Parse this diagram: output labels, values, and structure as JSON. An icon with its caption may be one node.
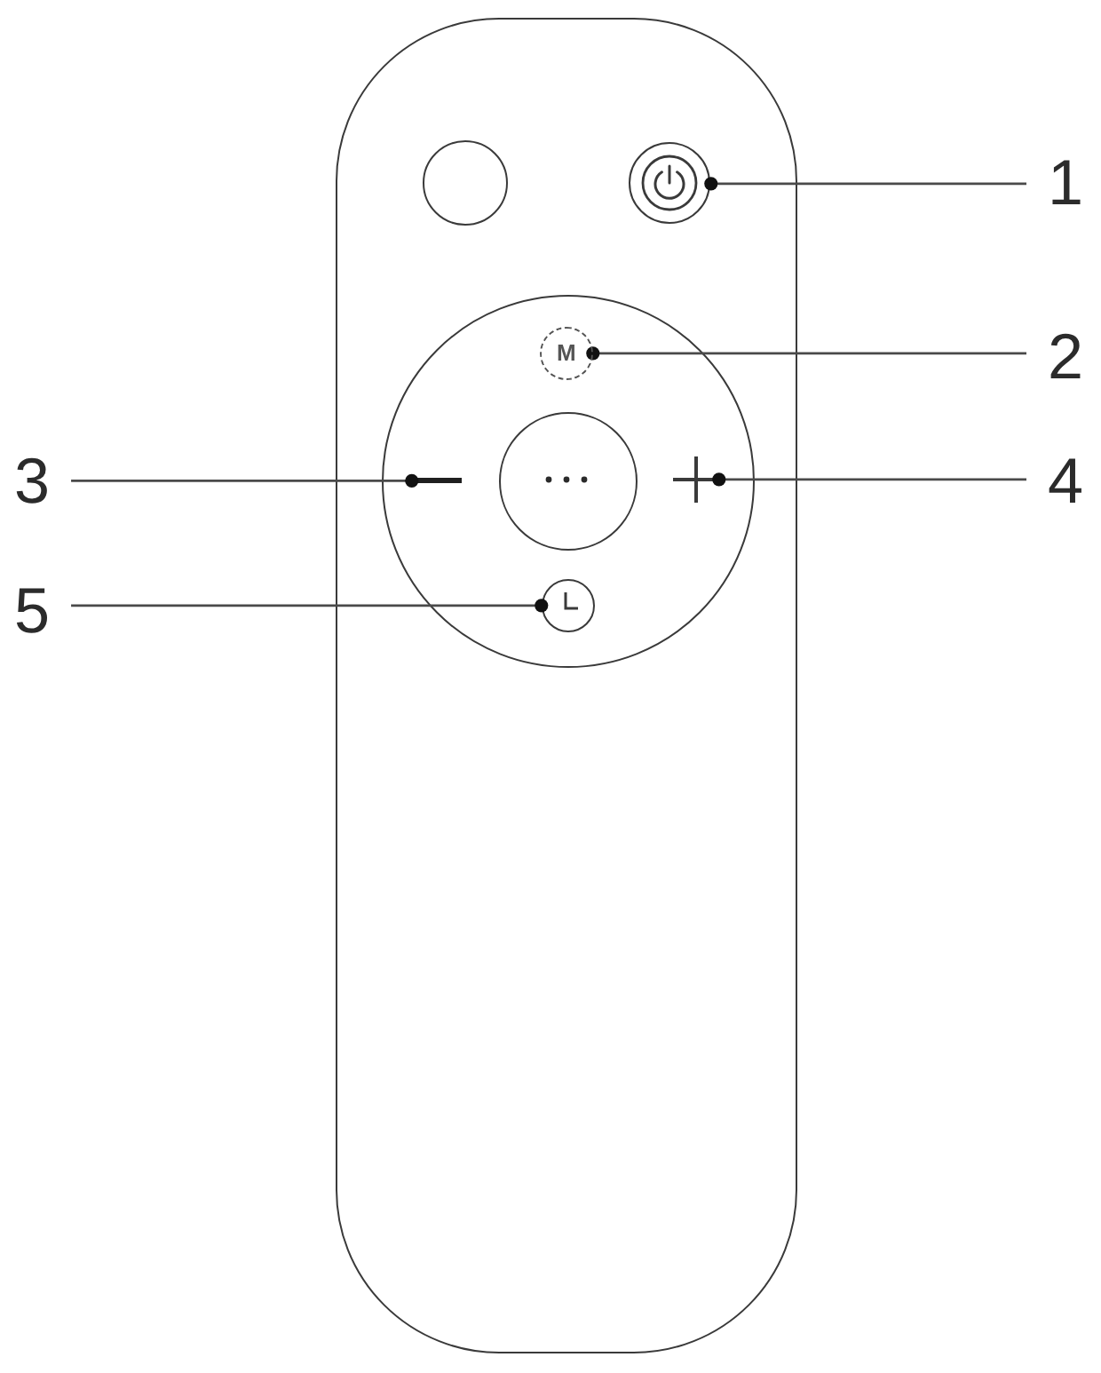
{
  "diagram": {
    "nodes": [
      {
        "text": [],
        "shape": "box"
      },
      {
        "text": [],
        "shape": "circle",
        "in": 0
      },
      {
        "text": [],
        "shape": "circle",
        "in": 0
      },
      {
        "text": [
          "1"
        ]
      },
      {
        "text": [],
        "shape": "circle",
        "in": 0
      },
      {
        "text": [
          "M"
        ],
        "in": 4
      },
      {
        "text": [
          "2"
        ]
      },
      {
        "text": [
          "3"
        ]
      },
      {
        "text": [],
        "shape": "bar",
        "in": 4
      },
      {
        "text": [],
        "shape": "circle",
        "in": 4
      },
      {
        "text": [],
        "shape": "plus",
        "in": 4
      },
      {
        "text": [
          "4"
        ]
      },
      {
        "text": [
          "5"
        ]
      },
      {
        "text": [],
        "shape": "circle",
        "in": 4
      }
    ],
    "edges": [
      {
        "from": 3,
        "to": 2,
        "arrow": "other"
      },
      {
        "from": 6,
        "to": 5,
        "arrow": "other"
      },
      {
        "from": 7,
        "to": 8,
        "arrow": "other"
      },
      {
        "from": 11,
        "to": 10,
        "arrow": "other"
      },
      {
        "from": 12,
        "to": 13,
        "arrow": "other"
      }
    ]
  }
}
